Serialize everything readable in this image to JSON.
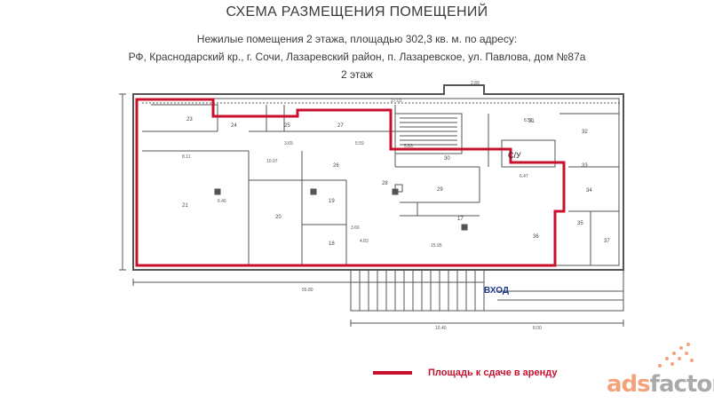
{
  "header": {
    "title": "СХЕМА РАЗМЕЩЕНИЯ ПОМЕЩЕНИЙ",
    "line1": "Нежилые помещения 2 этажа, площадью 302,3 кв. м. по адресу:",
    "line2": "РФ, Краснодарский кр., г. Сочи, Лазаревский район, п. Лазаревское, ул. Павлова, дом №87а",
    "line3": "2 этаж"
  },
  "plan": {
    "entrance_label": "ВХОД",
    "wc_label": "С/У",
    "rooms": [
      "23",
      "24",
      "25",
      "26",
      "27",
      "28",
      "29",
      "30",
      "31",
      "32",
      "33",
      "34",
      "35",
      "36",
      "37",
      "17",
      "18",
      "19",
      "20",
      "21"
    ],
    "dims": [
      "27.01",
      "2.89",
      "55.80",
      "10.40",
      "8.00",
      "5.83",
      "6.47",
      "8.51",
      "3.65",
      "15.95",
      "10.07",
      "8.11",
      "6.46",
      "5.59",
      "3.66",
      "4.83"
    ],
    "colors": {
      "outline": "#c8102e",
      "walls": "#555555",
      "entrance": "#1f3a8a"
    }
  },
  "legend": {
    "label": "Площадь к сдаче в аренду"
  },
  "watermark": {
    "part1": "ads",
    "part2": "factory"
  }
}
